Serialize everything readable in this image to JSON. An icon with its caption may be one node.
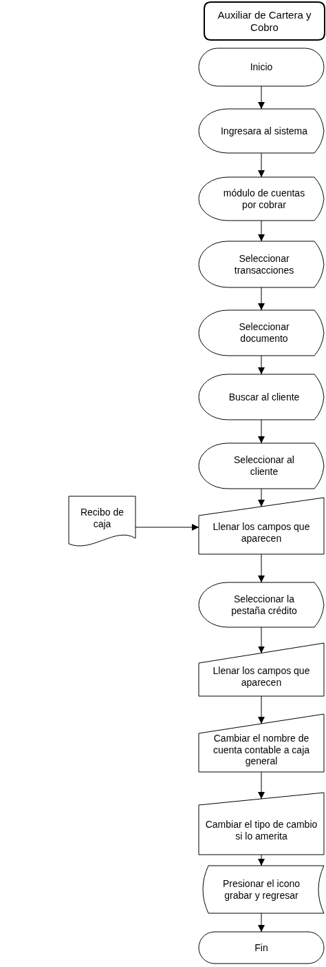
{
  "diagram": {
    "nodes": [
      {
        "text": [
          "Auxiliar de Cartera y Cobro"
        ]
      },
      {
        "text": [
          "Inicio"
        ]
      },
      {
        "text": [
          "Ingresara al sistema"
        ]
      },
      {
        "text": [
          "módulo de cuentas por cobrar"
        ]
      },
      {
        "text": [
          "Seleccionar transacciones"
        ]
      },
      {
        "text": [
          "Seleccionar documento"
        ]
      },
      {
        "text": [
          "Buscar al cliente"
        ]
      },
      {
        "text": [
          "Seleccionar al cliente"
        ]
      },
      {
        "text": [
          "Recibo de caja"
        ]
      },
      {
        "text": [
          "Llenar los campos que aparecen"
        ]
      },
      {
        "text": [
          "Seleccionar la pestaña crédito"
        ]
      },
      {
        "text": [
          "Llenar los campos que aparecen"
        ]
      },
      {
        "text": [
          "Cambiar el nombre de cuenta contable a caja general"
        ]
      },
      {
        "text": [
          "Cambiar el tipo de cambio si lo amerita"
        ]
      },
      {
        "text": [
          "Presionar el icono grabar y regresar"
        ]
      },
      {
        "text": [
          "Fin"
        ]
      }
    ],
    "edges": [
      {
        "from": 1,
        "to": 2,
        "arrow": "to"
      },
      {
        "from": 2,
        "to": 3,
        "arrow": "to"
      },
      {
        "from": 3,
        "to": 4,
        "arrow": "to"
      },
      {
        "from": 4,
        "to": 5,
        "arrow": "to"
      },
      {
        "from": 5,
        "to": 6,
        "arrow": "to"
      },
      {
        "from": 6,
        "to": 7,
        "arrow": "to"
      },
      {
        "from": 7,
        "to": 9,
        "arrow": "to"
      },
      {
        "from": 8,
        "to": 9,
        "arrow": "to"
      },
      {
        "from": 9,
        "to": 10,
        "arrow": "to"
      },
      {
        "from": 10,
        "to": 11,
        "arrow": "to"
      },
      {
        "from": 11,
        "to": 12,
        "arrow": "to"
      },
      {
        "from": 12,
        "to": 13,
        "arrow": "to"
      },
      {
        "from": 13,
        "to": 14,
        "arrow": "to"
      },
      {
        "from": 14,
        "to": 15,
        "arrow": "to"
      }
    ]
  }
}
